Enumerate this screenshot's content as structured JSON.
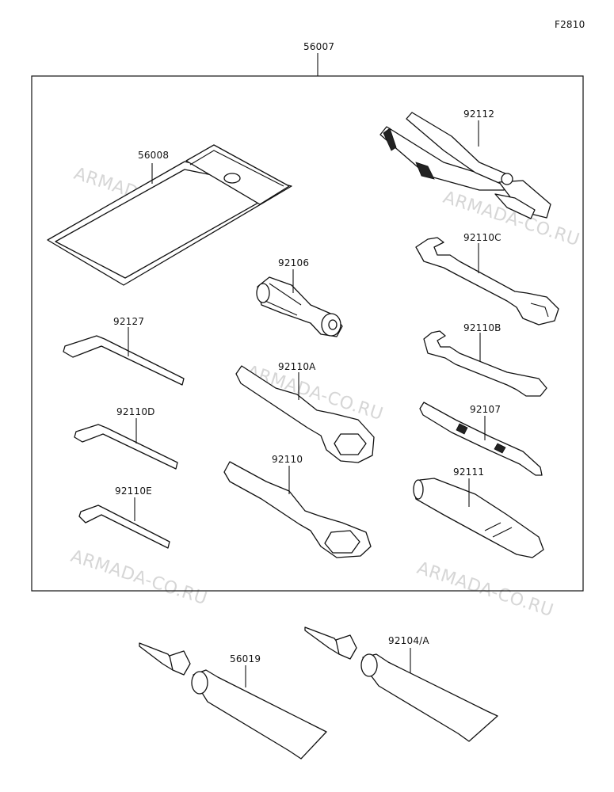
{
  "figure_code": "F2810",
  "kit_number": "56007",
  "watermark_text": "ARMADA-CO.RU",
  "parts": {
    "tool_bag": "56008",
    "pliers": "92112",
    "socket_adapter": "92106",
    "wrench_c": "92110C",
    "hex_key_large": "92127",
    "box_wrench_a": "92110A",
    "wrench_b": "92110B",
    "hex_key_medium": "92110D",
    "screwdriver": "92107",
    "box_wrench": "92110",
    "handle_extension": "92111",
    "hex_key_small": "92110E",
    "grease_tube_1": "56019",
    "grease_tube_2": "92104/A"
  }
}
